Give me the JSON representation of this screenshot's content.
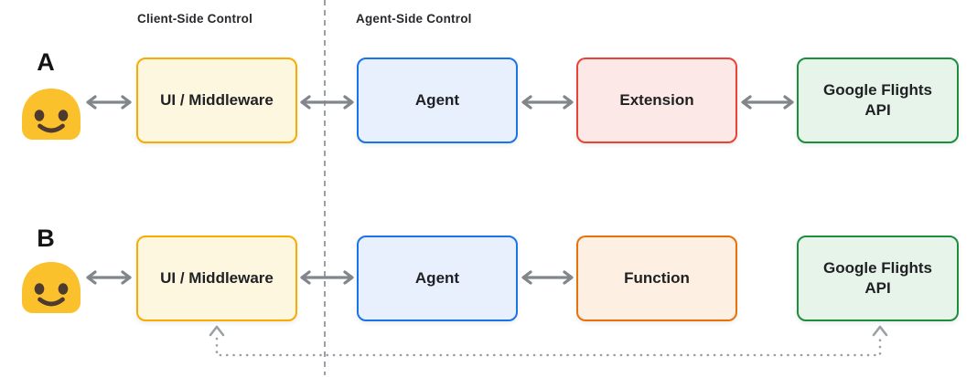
{
  "header": {
    "client_side_label": "Client-Side Control",
    "agent_side_label": "Agent-Side Control"
  },
  "row_a": {
    "label": "A",
    "user_icon": "smiling-blob-emoji",
    "boxes": {
      "ui_middleware": "UI / Middleware",
      "agent": "Agent",
      "tool": "Extension",
      "api": "Google Flights\nAPI"
    }
  },
  "row_b": {
    "label": "B",
    "user_icon": "smiling-blob-emoji",
    "boxes": {
      "ui_middleware": "UI / Middleware",
      "agent": "Agent",
      "tool": "Function",
      "api": "Google Flights\nAPI"
    }
  },
  "colors": {
    "yellow_box_fill": "#FEF7E0",
    "yellow_box_border": "#F9AB00",
    "blue_box_fill": "#E8F0FE",
    "blue_box_border": "#1A73E8",
    "red_box_fill": "#FCE8E6",
    "red_box_border": "#EA4335",
    "orange_box_fill": "#FEEFE3",
    "orange_box_border": "#E8710A",
    "green_box_fill": "#E6F4EA",
    "green_box_border": "#1E8E3E",
    "arrow_gray": "#80868B",
    "divider_gray": "#9AA0A6",
    "emoji_body_yellow": "#FBC12D",
    "emoji_face_brown": "#4E3A2F",
    "text_dark": "#202124"
  }
}
